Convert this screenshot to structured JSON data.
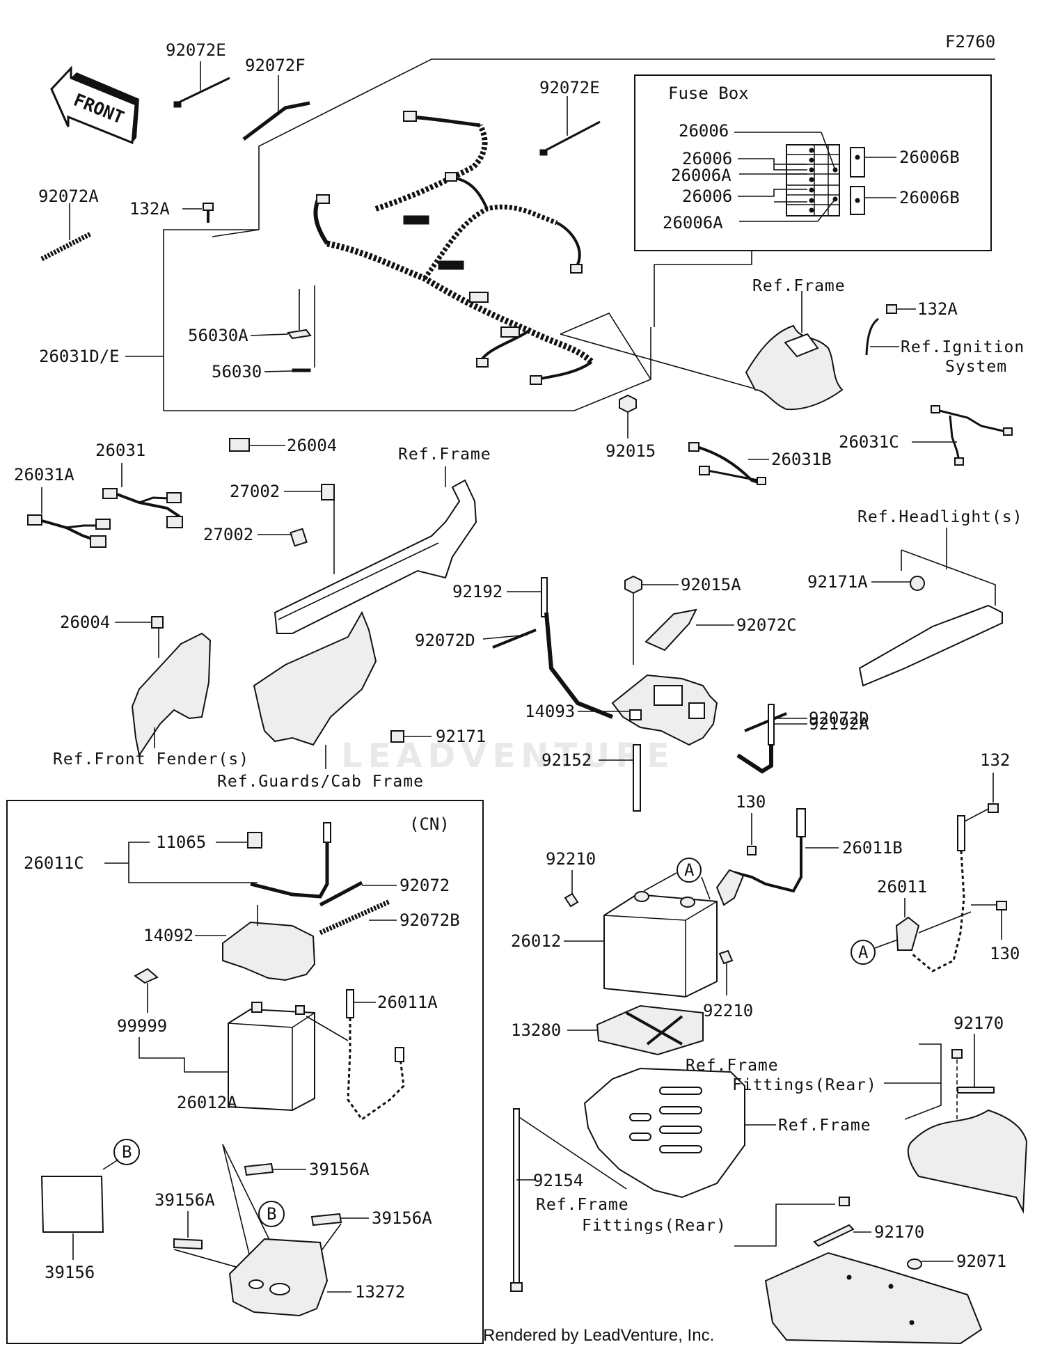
{
  "diagram_code": "F2760",
  "front_label": "FRONT",
  "watermark": "LEADVENTURE",
  "credit": "Rendered by LeadVenture, Inc.",
  "fuse_box": {
    "title": "Fuse Box",
    "parts": [
      "26006",
      "26006",
      "26006A",
      "26006",
      "26006A",
      "26006B",
      "26006B"
    ]
  },
  "cn_box": {
    "title": "(CN)"
  },
  "callouts": {
    "A": "A",
    "B": "B"
  },
  "parts": {
    "p92072E_a": "92072E",
    "p92072F": "92072F",
    "p92072E_b": "92072E",
    "p92072A": "92072A",
    "p132A_a": "132A",
    "p26031DE": "26031D/E",
    "p56030A": "56030A",
    "p56030": "56030",
    "p26004_a": "26004",
    "p92015": "92015",
    "p132A_b": "132A",
    "p26031C": "26031C",
    "p26031B": "26031B",
    "p26031A": "26031A",
    "p26031": "26031",
    "p27002_a": "27002",
    "p27002_b": "27002",
    "p26004_b": "26004",
    "p92171": "92171",
    "p92192": "92192",
    "p92072D_a": "92072D",
    "p92015A": "92015A",
    "p92072C": "92072C",
    "p92072D_b": "92072D",
    "p14093": "14093",
    "p92192A": "92192A",
    "p92152": "92152",
    "p92171A": "92171A",
    "p11065": "11065",
    "p26011C": "26011C",
    "p92072": "92072",
    "p92072B": "92072B",
    "p14092": "14092",
    "p99999": "99999",
    "p26011A": "26011A",
    "p26012A": "26012A",
    "p39156A_a": "39156A",
    "p39156A_b": "39156A",
    "p39156A_c": "39156A",
    "p39156": "39156",
    "p13272": "13272",
    "p130_a": "130",
    "p26011B": "26011B",
    "p92210_a": "92210",
    "p92210_b": "92210",
    "p26012": "26012",
    "p13280": "13280",
    "p92154": "92154",
    "p132": "132",
    "p26011": "26011",
    "p130_b": "130",
    "p92170_a": "92170",
    "p92170_b": "92170",
    "p92071": "92071"
  },
  "refs": {
    "ref_frame_a": "Ref.Frame",
    "ref_ignition_1": "Ref.Ignition",
    "ref_ignition_2": "System",
    "ref_frame_b": "Ref.Frame",
    "ref_headlight": "Ref.Headlight(s)",
    "ref_front_fender": "Ref.Front Fender(s)",
    "ref_guards": "Ref.Guards/Cab Frame",
    "ref_frame_fit_a1": "Ref.Frame",
    "ref_frame_fit_a2": "Fittings(Rear)",
    "ref_frame_c": "Ref.Frame",
    "ref_frame_fit_b1": "Ref.Frame",
    "ref_frame_fit_b2": "Fittings(Rear)"
  }
}
